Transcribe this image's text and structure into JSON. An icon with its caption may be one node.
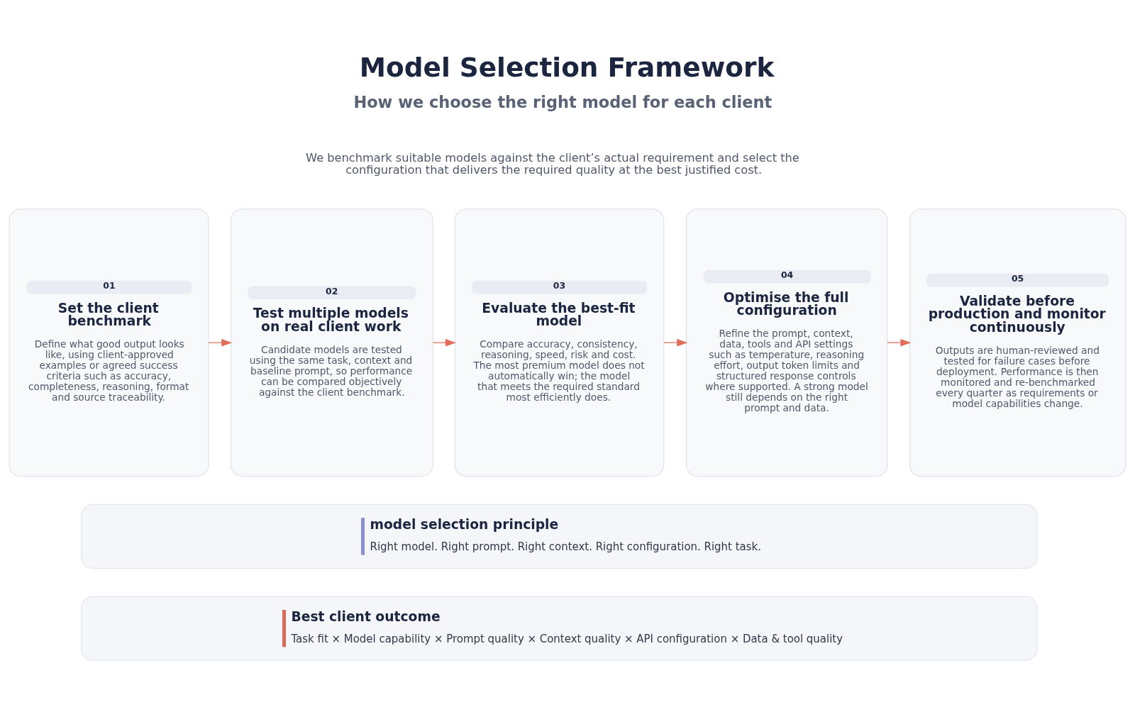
{
  "diagram": {
    "title": "Model Selection Framework",
    "nodes": [
      {
        "text": [
          "01",
          "Set the client benchmark",
          "Define what good output looks like, using client-approved examples or agreed success criteria such as accuracy, completeness, reasoning, format and source traceability."
        ]
      },
      {
        "text": [
          "02",
          "Test multiple models on real client work",
          "Candidate models are tested using the same task, context and baseline prompt, so performance can be compared objectively against the client benchmark."
        ]
      },
      {
        "text": [
          "03",
          "Evaluate the best-fit model",
          "Compare accuracy, consistency, reasoning, speed, risk and cost. The most premium model does not automatically win; the model that meets the required standard most efficiently does."
        ]
      },
      {
        "text": [
          "04",
          "Optimise the full configuration",
          "Refine the prompt, context, data, tools and API settings such as temperature, reasoning effort, output token limits and structured response controls where supported. A strong model still depends on the right prompt and data."
        ]
      },
      {
        "text": [
          "05",
          "Validate before production and monitor continuously",
          "Outputs are human-reviewed and tested for failure cases before deployment. Performance is then monitored and re-benchmarked every quarter as requirements or model capabilities change."
        ]
      },
      {
        "text": [
          "model selection principle",
          "Right model. Right prompt. Right context. Right configuration. Right task."
        ]
      },
      {
        "text": [
          "Best client outcome",
          "Task fit × Model capability × Prompt quality × Context quality × API configuration × Data & tool quality"
        ]
      }
    ],
    "edges": [
      {
        "from": 0,
        "to": 1,
        "arrow": "to"
      },
      {
        "from": 1,
        "to": 2,
        "arrow": "to"
      },
      {
        "from": 2,
        "to": 3,
        "arrow": "to"
      },
      {
        "from": 3,
        "to": 4,
        "arrow": "to"
      }
    ],
    "labels": [
      "How we choose the right model for each client",
      "We benchmark suitable models against the client’s actual requirement and select the configuration that delivers the required quality at the best justified cost."
    ]
  }
}
